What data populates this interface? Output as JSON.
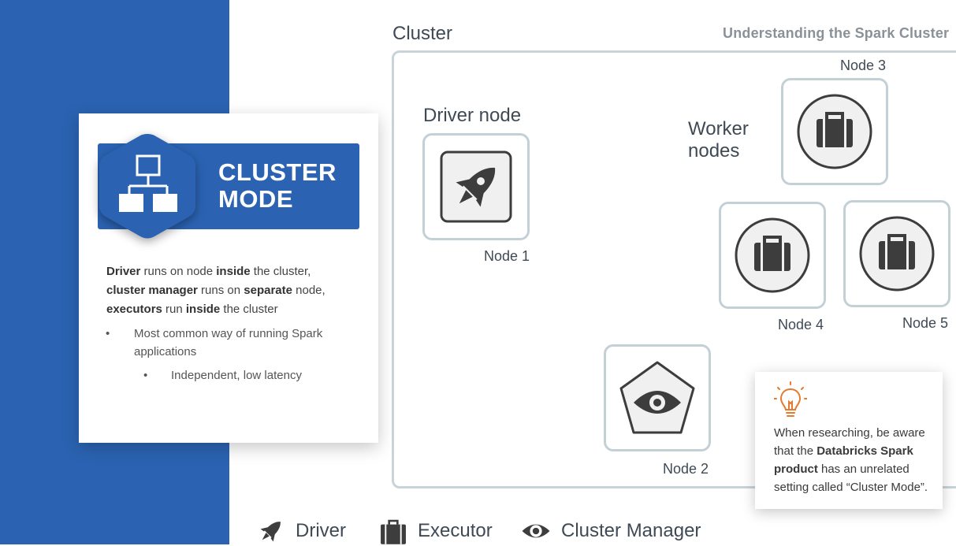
{
  "slide": {
    "title": "Understanding the Spark Cluster"
  },
  "mode_card": {
    "title_line1": "CLUSTER",
    "title_line2": "MODE",
    "icon": "network-hierarchy-icon",
    "description": [
      [
        {
          "t": "Driver",
          "b": true
        },
        {
          "t": " runs on node ",
          "b": false
        },
        {
          "t": "inside",
          "b": true
        },
        {
          "t": " the cluster,",
          "b": false
        }
      ],
      [
        {
          "t": "cluster manager",
          "b": true
        },
        {
          "t": " runs on ",
          "b": false
        },
        {
          "t": "separate",
          "b": true
        },
        {
          "t": " node,",
          "b": false
        }
      ],
      [
        {
          "t": "executors",
          "b": true
        },
        {
          "t": " run ",
          "b": false
        },
        {
          "t": "inside",
          "b": true
        },
        {
          "t": " the cluster",
          "b": false
        }
      ]
    ],
    "bullet_symbol": "•",
    "bullet_1": "Most common way of running Spark applications",
    "bullet_2": "Independent, low latency"
  },
  "cluster": {
    "label": "Cluster",
    "driver_label": "Driver node",
    "worker_line1": "Worker",
    "worker_line2": "nodes",
    "nodes": {
      "node1": {
        "label": "Node 1",
        "icon": "rocket-icon"
      },
      "node2": {
        "label": "Node 2",
        "icon": "eye-pentagon-icon"
      },
      "node3": {
        "label": "Node 3",
        "icon": "briefcase-icon"
      },
      "node4": {
        "label": "Node 4",
        "icon": "briefcase-icon"
      },
      "node5": {
        "label": "Node 5",
        "icon": "briefcase-icon"
      }
    }
  },
  "note": {
    "icon": "lightbulb-icon",
    "parts": [
      {
        "t": "When researching, be aware that the ",
        "b": false
      },
      {
        "t": "Databricks Spark product",
        "b": true
      },
      {
        "t": " has an unrelated setting called “Cluster Mode”.",
        "b": false
      }
    ]
  },
  "legend": {
    "driver": "Driver",
    "executor": "Executor",
    "cluster_manager": "Cluster Manager"
  },
  "colors": {
    "brand_blue": "#2b63b2",
    "node_border": "#c3d0d6",
    "icon_dark": "#3d3d3d",
    "icon_fill": "#f0f0f0",
    "bulb_orange": "#e67a2e"
  }
}
